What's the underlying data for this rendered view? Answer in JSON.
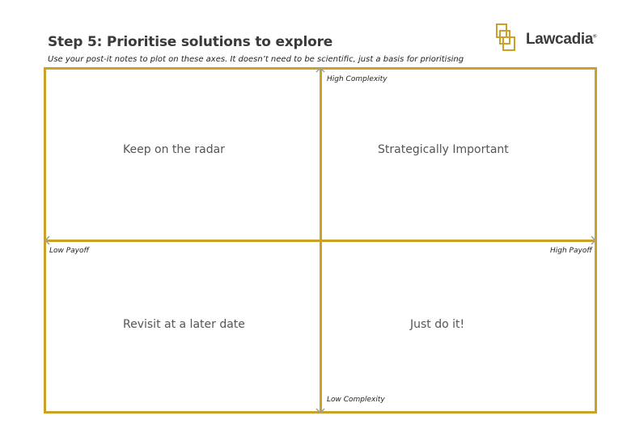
{
  "header": {
    "title": "Step 5: Prioritise solutions to explore",
    "subtitle": "Use your post-it notes to plot on these axes. It doesn’t need to be scientific, just a basis for prioritising"
  },
  "logo": {
    "text": "Lawcadia",
    "mark": "®"
  },
  "axes": {
    "top": "High Complexity",
    "bottom": "Low Complexity",
    "left": "Low Payoff",
    "right": "High Payoff"
  },
  "quadrants": {
    "top_left": "Keep on the radar",
    "top_right": "Strategically Important",
    "bottom_left": "Revisit at a later date",
    "bottom_right": "Just do it!"
  },
  "colors": {
    "accent": "#c9a227",
    "arrow": "#9aa0a6"
  }
}
